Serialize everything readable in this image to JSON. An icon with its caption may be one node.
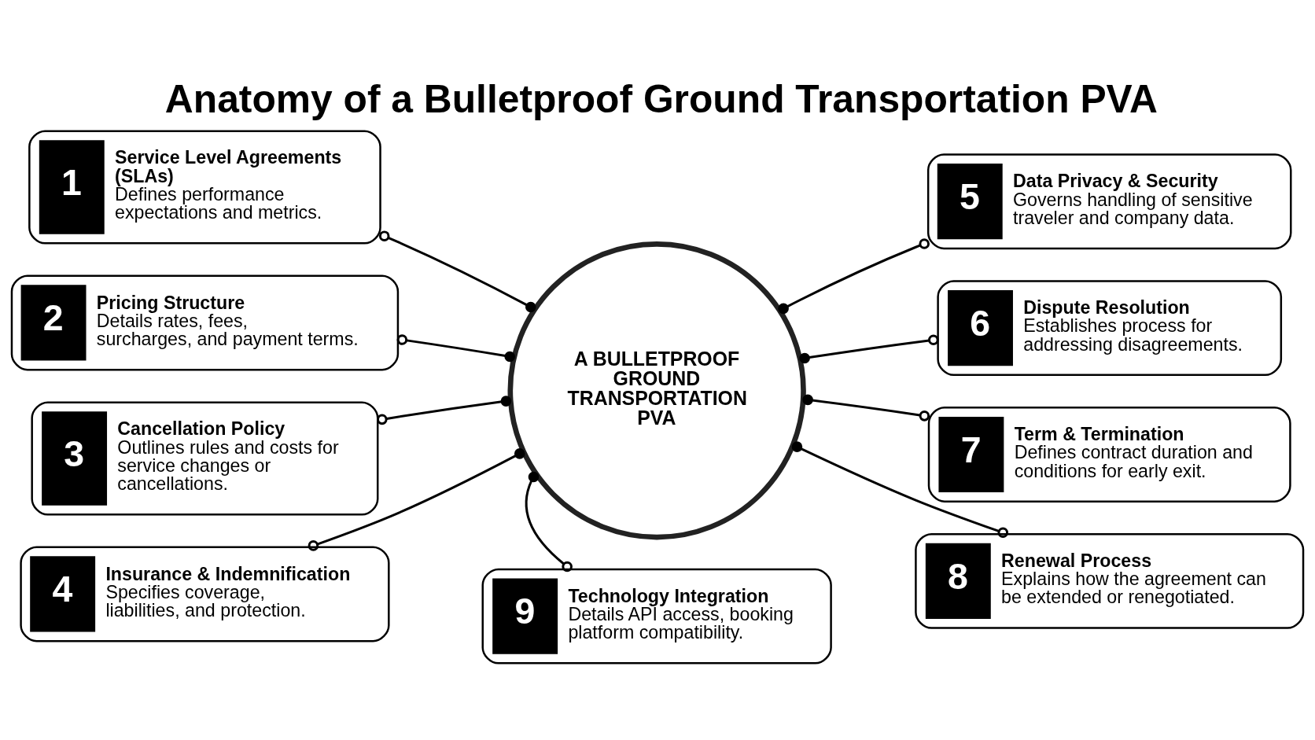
{
  "diagram": {
    "title": "Anatomy of a Bulletproof Ground Transportation PVA",
    "nodes": [
      {
        "text": [
          "A BULLETPROOF GROUND TRANSPORTATION PVA"
        ]
      },
      {
        "text": [
          "1",
          "Service Level Agreements (SLAs)",
          "Defines performance expectations and metrics."
        ]
      },
      {
        "text": [
          "2",
          "Pricing Structure",
          "Details rates, fees, surcharges, and payment terms."
        ]
      },
      {
        "text": [
          "3",
          "Cancellation Policy",
          "Outlines rules and costs for service changes or cancellations."
        ]
      },
      {
        "text": [
          "4",
          "Insurance & Indemnification",
          "Specifies coverage, liabilities, and protection."
        ]
      },
      {
        "text": [
          "5",
          "Data Privacy & Security",
          "Governs handling of sensitive traveler and company data."
        ]
      },
      {
        "text": [
          "6",
          "Dispute Resolution",
          "Establishes process for addressing disagreements."
        ]
      },
      {
        "text": [
          "7",
          "Term & Termination",
          "Defines contract duration and conditions for early exit."
        ]
      },
      {
        "text": [
          "8",
          "Renewal Process",
          "Explains how the agreement can be extended or renegotiated."
        ]
      },
      {
        "text": [
          "9",
          "Technology Integration",
          "Details API access, booking platform compatibility."
        ]
      }
    ],
    "edges": [
      {
        "from": 0,
        "to": 1,
        "arrow": "other"
      },
      {
        "from": 0,
        "to": 2,
        "arrow": "other"
      },
      {
        "from": 0,
        "to": 3,
        "arrow": "other"
      },
      {
        "from": 0,
        "to": 4,
        "arrow": "other"
      },
      {
        "from": 0,
        "to": 5,
        "arrow": "other"
      },
      {
        "from": 0,
        "to": 6,
        "arrow": "other"
      },
      {
        "from": 0,
        "to": 7,
        "arrow": "other"
      },
      {
        "from": 0,
        "to": 8,
        "arrow": "other"
      },
      {
        "from": 0,
        "to": 9,
        "arrow": "other"
      }
    ]
  }
}
